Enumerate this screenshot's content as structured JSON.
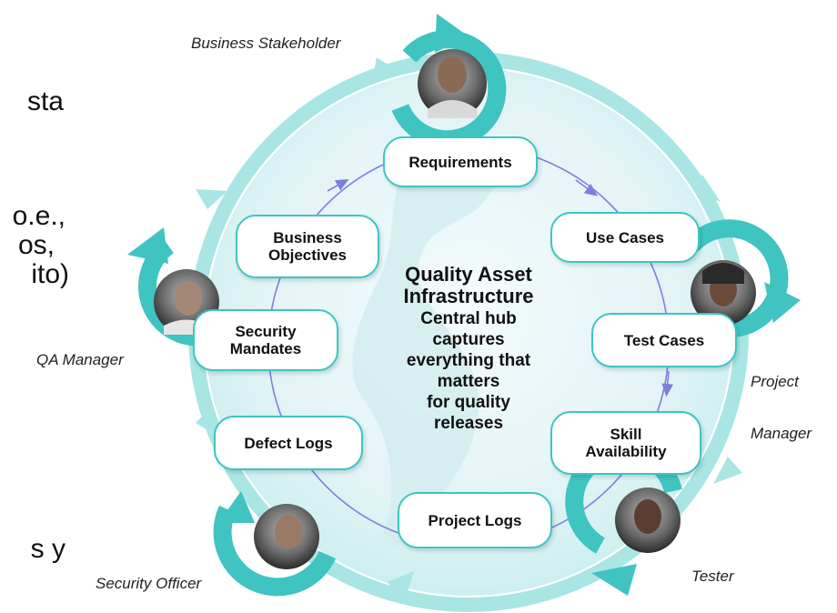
{
  "left_fragments": [
    "sta",
    "o.e.,",
    "os,",
    "ito)",
    "s y"
  ],
  "center": {
    "title_line1": "Quality Asset",
    "title_line2": "Infrastructure",
    "body_lines": [
      "Central hub",
      "captures",
      "everything that",
      "matters",
      "for quality",
      "releases"
    ]
  },
  "nodes": {
    "requirements": "Requirements",
    "use_cases": "Use Cases",
    "test_cases": "Test Cases",
    "skill_line1": "Skill",
    "skill_line2": "Availability",
    "project_logs": "Project Logs",
    "defect_logs": "Defect Logs",
    "security_line1": "Security",
    "security_line2": "Mandates",
    "business_line1": "Business",
    "business_line2": "Objectives"
  },
  "roles": {
    "business_stakeholder": "Business Stakeholder",
    "project_manager_line1": "Project",
    "project_manager_line2": "Manager",
    "tester": "Tester",
    "security_officer": "Security Officer",
    "qa_manager": "QA Manager"
  },
  "colors": {
    "accent_teal": "#3fc4c1",
    "arrow_light": "#a9e6e3",
    "inner_ring": "#7c7fe0",
    "globe": "#e3f4f6"
  },
  "icons": [
    "avatar-business-stakeholder",
    "avatar-project-manager",
    "avatar-tester",
    "avatar-security-officer",
    "avatar-qa-manager"
  ]
}
